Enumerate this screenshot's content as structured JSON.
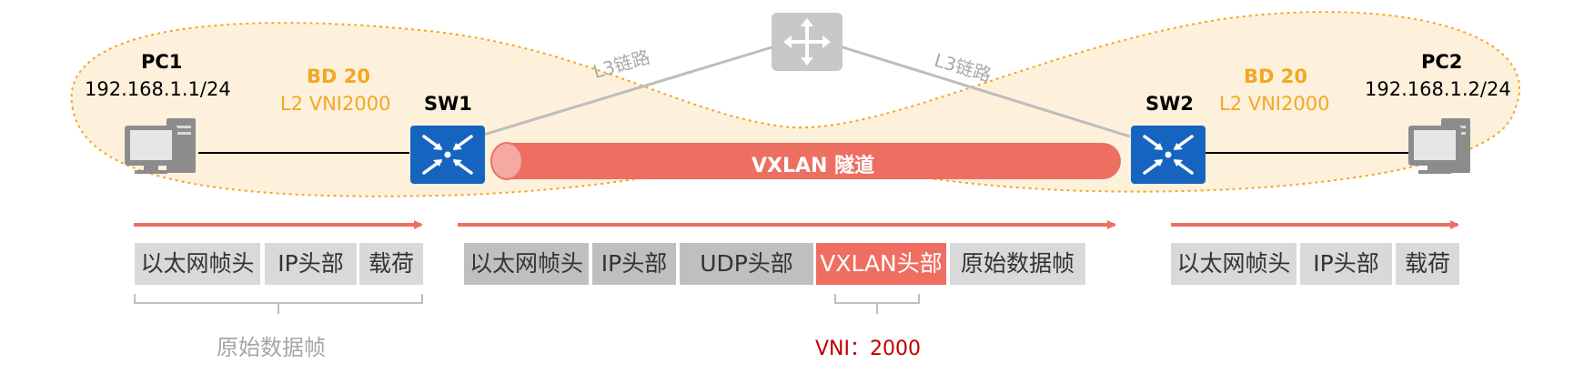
{
  "pc1": {
    "name": "PC1",
    "ip": "192.168.1.1/24"
  },
  "pc2": {
    "name": "PC2",
    "ip": "192.168.1.2/24"
  },
  "sw1": {
    "name": "SW1",
    "bd": "BD 20",
    "vni": "L2 VNI2000"
  },
  "sw2": {
    "name": "SW2",
    "bd": "BD 20",
    "vni": "L2 VNI2000"
  },
  "links": {
    "left": "L3链路",
    "right": "L3链路"
  },
  "tunnel": {
    "label": "VXLAN 隧道"
  },
  "frames": {
    "left": [
      "以太网帧头",
      "IP头部",
      "载荷"
    ],
    "middle": [
      "以太网帧头",
      "IP头部",
      "UDP头部",
      "VXLAN头部",
      "原始数据帧"
    ],
    "right": [
      "以太网帧头",
      "IP头部",
      "载荷"
    ]
  },
  "left_caption": "原始数据帧",
  "vni_caption": "VNI：2000",
  "colors": {
    "accent_orange": "#F5A623",
    "tunnel_red": "#ED6F62",
    "switch_blue": "#1565C0",
    "router_gray": "#C8C8C8",
    "vni_red": "#C00000"
  },
  "icons": [
    "pc-icon",
    "switch-icon",
    "router-icon"
  ]
}
